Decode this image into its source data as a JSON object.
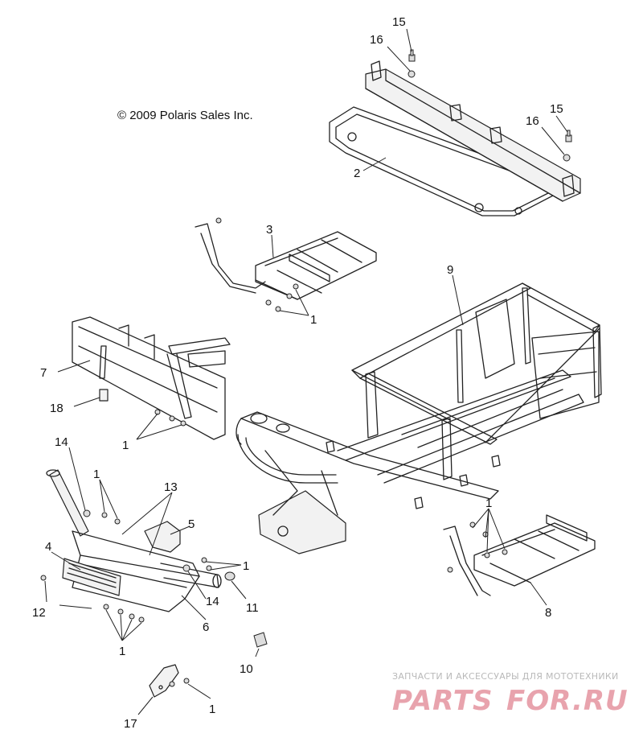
{
  "copyright": "© 2009 Polaris Sales Inc.",
  "watermark": {
    "tagline": "ЗАПЧАСТИ И АКСЕССУАРЫ ДЛЯ МОТОТЕХНИКИ",
    "brand_left": "PARTS",
    "brand_right": "FOR.RU",
    "brand_color": "#e8a3ad"
  },
  "callouts": [
    {
      "id": "c15a",
      "label": "15"
    },
    {
      "id": "c16a",
      "label": "16"
    },
    {
      "id": "c15b",
      "label": "15"
    },
    {
      "id": "c16b",
      "label": "16"
    },
    {
      "id": "c2",
      "label": "2"
    },
    {
      "id": "c3",
      "label": "3"
    },
    {
      "id": "c1a",
      "label": "1"
    },
    {
      "id": "c9",
      "label": "9"
    },
    {
      "id": "c7",
      "label": "7"
    },
    {
      "id": "c18",
      "label": "18"
    },
    {
      "id": "c1b",
      "label": "1"
    },
    {
      "id": "c14a",
      "label": "14"
    },
    {
      "id": "c1c",
      "label": "1"
    },
    {
      "id": "c13",
      "label": "13"
    },
    {
      "id": "c5",
      "label": "5"
    },
    {
      "id": "c4",
      "label": "4"
    },
    {
      "id": "c1d",
      "label": "1"
    },
    {
      "id": "c14b",
      "label": "14"
    },
    {
      "id": "c11",
      "label": "11"
    },
    {
      "id": "c12",
      "label": "12"
    },
    {
      "id": "c6",
      "label": "6"
    },
    {
      "id": "c1e",
      "label": "1"
    },
    {
      "id": "c1f",
      "label": "1"
    },
    {
      "id": "c8",
      "label": "8"
    },
    {
      "id": "c10",
      "label": "10"
    },
    {
      "id": "c17",
      "label": "17"
    },
    {
      "id": "c1g",
      "label": "1"
    }
  ]
}
